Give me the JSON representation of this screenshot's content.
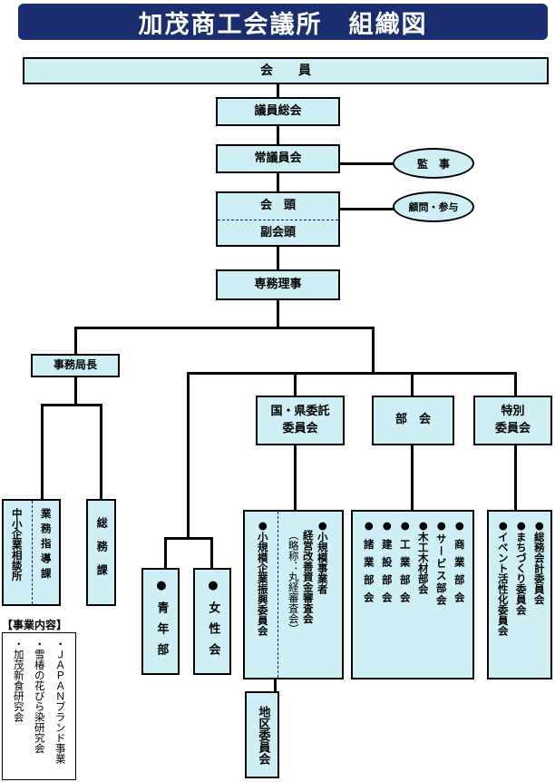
{
  "title": "加茂商工会議所　組織図",
  "boxes": {
    "members": "会　　員",
    "general_assembly": "議員総会",
    "standing_council": "常議員会",
    "auditor": "監　事",
    "president": "会　頭",
    "vice_president": "副会頭",
    "advisor": "顧問・参与",
    "managing_director": "専務理事",
    "secretary_general": "事務局長",
    "gov_committee_l1": "国・県委託",
    "gov_committee_l2": "委員会",
    "divisions": "部　会",
    "special_l1": "特別",
    "special_l2": "委員会",
    "sme_consult": "中小企業相談所",
    "business_guidance": "業務指導課",
    "general_affairs": "総務課",
    "youth": "●青年部",
    "women": "●女性会",
    "district": "地区委員会"
  },
  "gov_list": [
    "●小規模事業者",
    "経営改善資金審査会",
    "（略称：丸経審査会）",
    "●小規模企業振興委員会"
  ],
  "division_list": [
    "●商業部会",
    "●サービス部会",
    "●木工木材部会",
    "●工業部会",
    "●建設部会",
    "●諸業部会"
  ],
  "special_list": [
    "●総務会計委員会",
    "●まちづくり委員会",
    "●イベント活性化委員会"
  ],
  "business_content": {
    "heading": "【事業内容】",
    "items": [
      "・ＪＡＰＡＮブランド事業",
      "・雪椿の花びら染研究会",
      "・加茂新食研究会"
    ]
  }
}
